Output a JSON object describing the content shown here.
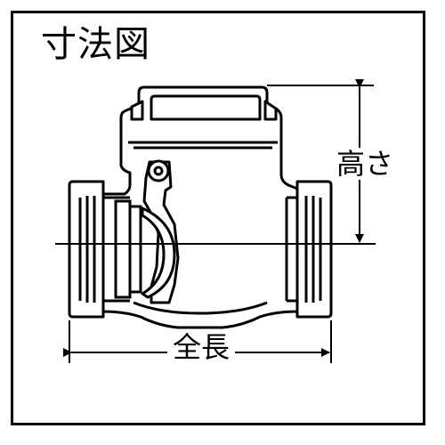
{
  "title": "寸法図",
  "dimensions": {
    "height_label": "高さ",
    "length_label": "全長"
  },
  "colors": {
    "line": "#000000",
    "background": "#ffffff",
    "body_fill": "#ffffff"
  },
  "icons": {
    "arrow": "arrowhead-icon"
  }
}
